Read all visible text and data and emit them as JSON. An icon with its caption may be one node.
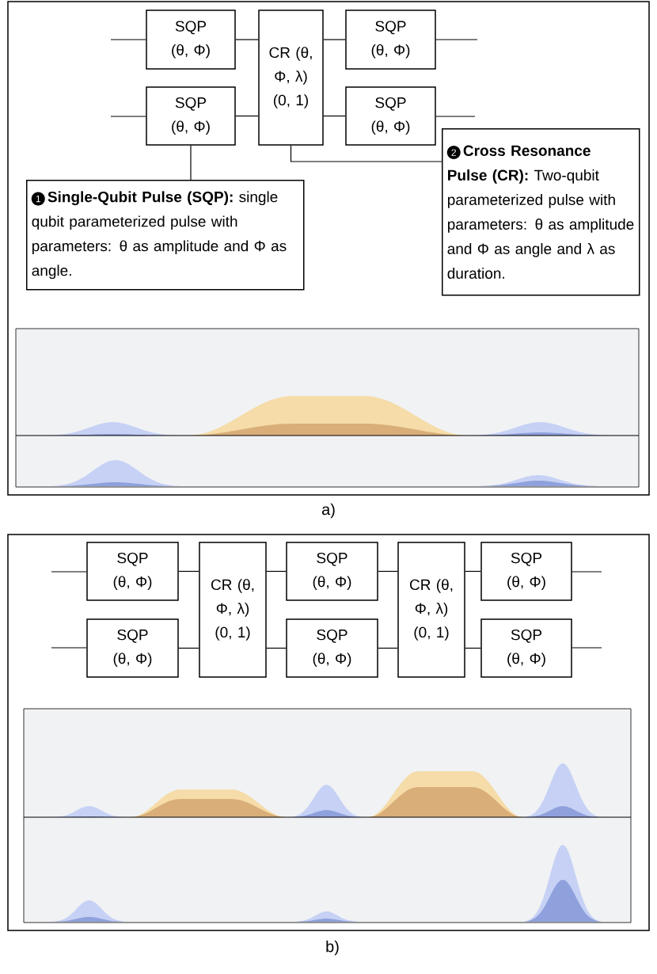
{
  "diagram": {
    "nodes": [
      {
        "text": [
          "SQP (θ, Φ)"
        ]
      },
      {
        "text": [
          "SQP (θ, Φ)"
        ]
      },
      {
        "text": [
          "CR (θ, Φ, λ) (0, 1)"
        ]
      },
      {
        "text": [
          "SQP (θ, Φ)"
        ]
      },
      {
        "text": [
          "SQP (θ, Φ)"
        ]
      },
      {
        "text": [
          "1",
          "**Single-Qubit Pulse (SQP):** single qubit parameterized pulse with parameters: θ as amplitude and Φ as angle."
        ]
      },
      {
        "text": [
          "2",
          "**Cross Resonance Pulse (CR):** Two-qubit parameterized pulse with parameters: θ as amplitude and Φ as angle and λ as duration."
        ]
      },
      {
        "text": [
          "SQP (θ, Φ)"
        ]
      },
      {
        "text": [
          "SQP (θ, Φ)"
        ]
      },
      {
        "text": [
          "CR (θ, Φ, λ) (0, 1)"
        ]
      },
      {
        "text": [
          "SQP (θ, Φ)"
        ]
      },
      {
        "text": [
          "SQP (θ, Φ)"
        ]
      },
      {
        "text": [
          "CR (θ, Φ, λ) (0, 1)"
        ]
      },
      {
        "text": [
          "SQP (θ, Φ)"
        ]
      },
      {
        "text": [
          "SQP (θ, Φ)"
        ]
      }
    ],
    "edges": [
      {
        "from": null,
        "to": 0,
        "arrow": "none"
      },
      {
        "from": 0,
        "to": 2,
        "arrow": "none"
      },
      {
        "from": 2,
        "to": 3,
        "arrow": "none"
      },
      {
        "from": 3,
        "to": null,
        "arrow": "none"
      },
      {
        "from": null,
        "to": 1,
        "arrow": "none"
      },
      {
        "from": 1,
        "to": 2,
        "arrow": "none"
      },
      {
        "from": 2,
        "to": 4,
        "arrow": "none"
      },
      {
        "from": 4,
        "to": null,
        "arrow": "none"
      },
      {
        "from": 5,
        "to": 1,
        "arrow": "none"
      },
      {
        "from": 6,
        "to": 2,
        "arrow": "none"
      },
      {
        "from": null,
        "to": 7,
        "arrow": "none"
      },
      {
        "from": 7,
        "to": 9,
        "arrow": "none"
      },
      {
        "from": 9,
        "to": 10,
        "arrow": "none"
      },
      {
        "from": 10,
        "to": 12,
        "arrow": "none"
      },
      {
        "from": 12,
        "to": 13,
        "arrow": "none"
      },
      {
        "from": 13,
        "to": null,
        "arrow": "none"
      },
      {
        "from": null,
        "to": 8,
        "arrow": "none"
      },
      {
        "from": 8,
        "to": 9,
        "arrow": "none"
      },
      {
        "from": 9,
        "to": 11,
        "arrow": "none"
      },
      {
        "from": 11,
        "to": 12,
        "arrow": "none"
      },
      {
        "from": 12,
        "to": 14,
        "arrow": "none"
      },
      {
        "from": 14,
        "to": null,
        "arrow": "none"
      }
    ],
    "labels": [
      "a)",
      "b)"
    ]
  }
}
